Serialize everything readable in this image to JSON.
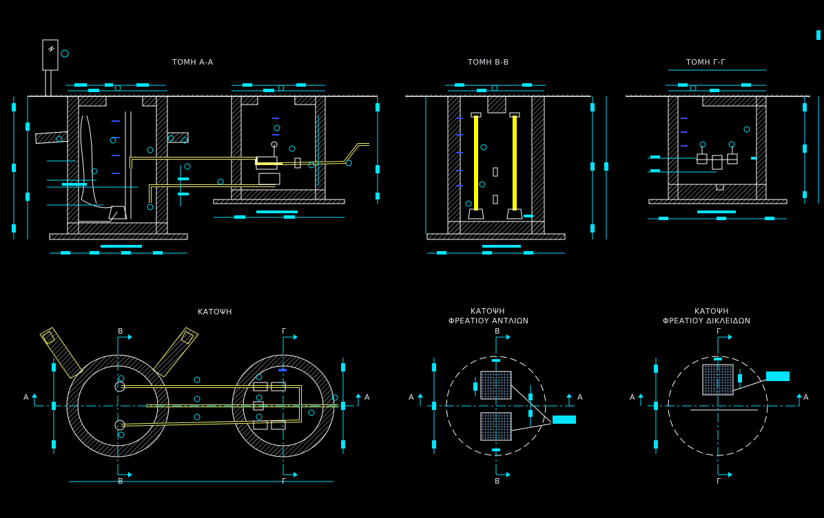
{
  "titles": {
    "section_aa": "ΤΟΜΗ Α-Α",
    "section_bb": "ΤΟΜΗ Β-Β",
    "section_gg": "ΤΟΜΗ Γ-Γ",
    "plan": "ΚΑΤΟΨΗ",
    "plan_pumps_line1": "ΚΑΤΟΨΗ",
    "plan_pumps_line2": "ΦΡΕΑΤΙΟΥ ΑΝΤΛΙΩΝ",
    "plan_valves_line1": "ΚΑΤΟΨΗ",
    "plan_valves_line2": "ΦΡΕΑΤΙΟΥ ΔΙΚΛΕΙΔΩΝ"
  },
  "markers": {
    "a": "Α",
    "b": "Β",
    "g": "Γ"
  },
  "colors": {
    "background": "#000000",
    "dimension": "#00e5ff",
    "wall": "#ffffff",
    "pipe": "#f3f36a",
    "pump": "#ffff00",
    "level": "#3050ff",
    "text": "#dfe6ee"
  }
}
